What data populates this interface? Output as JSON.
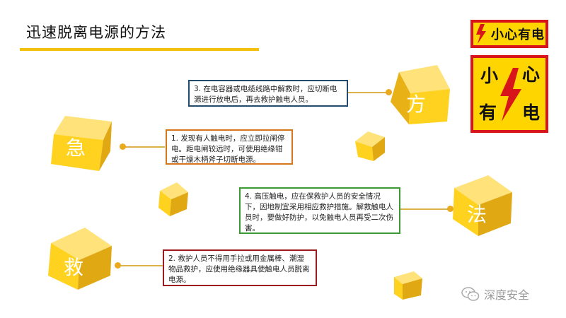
{
  "title": "迅速脱离电源的方法",
  "signs": {
    "small_text": "小心有电",
    "big_chars": [
      "小",
      "心",
      "有",
      "电"
    ]
  },
  "cubes": {
    "urgent": "急",
    "method": "方",
    "law": "法",
    "rescue": "救"
  },
  "steps": {
    "step1": "1. 发现有人触电时，应立即拉闸停电。距电闸较远时，可使用绝缘钳或干燥木柄斧子切断电源。",
    "step2": "2. 救护人员不得用手拉或用金属棒、潮湿物品救护，应使用绝缘器具使触电人员脱离电源。",
    "step3": "3. 在电容器或电缆线路中解救时，应切断电源进行放电后，再去救护触电人员。",
    "step4": "4. 高压触电，应在保救护人员的安全情况下，因地制宜采用相应救护措施。解救触电人员时，要做好防护，以免触电人员再受二次伤害。"
  },
  "watermark": "深度安全",
  "colors": {
    "accent_yellow": "#f2c10f",
    "warning_red": "#d8151b",
    "cube_light": "#ffd94a",
    "cube_dark": "#e0a813"
  }
}
